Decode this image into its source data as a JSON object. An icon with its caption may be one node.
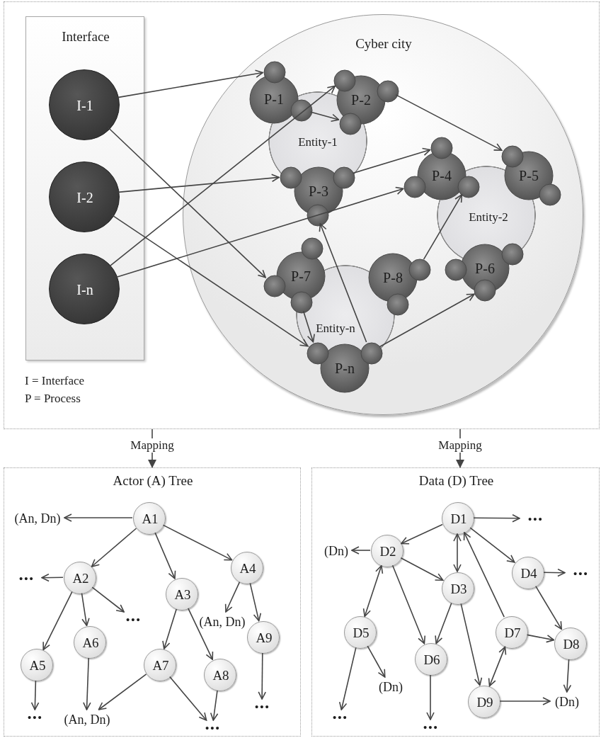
{
  "diagram": {
    "nodes": [
      {
        "text": [],
        "shape": "box"
      },
      {
        "text": [
          "Interface"
        ],
        "in": 0
      },
      {
        "text": [
          "I-1"
        ],
        "in": 1
      },
      {
        "text": [
          "I-2"
        ],
        "in": 1
      },
      {
        "text": [
          "I-n"
        ],
        "in": 1
      },
      {
        "text": [
          "Cyber city"
        ],
        "in": 0
      },
      {
        "text": [
          "Entity-1"
        ],
        "in": 5
      },
      {
        "text": [
          "P-1"
        ],
        "in": 5
      },
      {
        "text": [
          "P-2"
        ],
        "in": 5
      },
      {
        "text": [
          "P-3"
        ],
        "in": 5
      },
      {
        "text": [
          "Entity-2"
        ],
        "in": 5
      },
      {
        "text": [
          "P-4"
        ],
        "in": 5
      },
      {
        "text": [
          "P-5"
        ],
        "in": 5
      },
      {
        "text": [
          "P-6"
        ],
        "in": 5
      },
      {
        "text": [
          "Entity-n"
        ],
        "in": 5
      },
      {
        "text": [
          "P-7"
        ],
        "in": 5
      },
      {
        "text": [
          "P-8"
        ],
        "in": 5
      },
      {
        "text": [
          "P-n"
        ],
        "in": 5
      },
      {
        "text": [
          "Actor (A) Tree"
        ]
      },
      {
        "text": [
          "A1"
        ],
        "in": 18
      },
      {
        "text": [
          "(An, Dn)"
        ],
        "in": 18
      },
      {
        "text": [
          "A2"
        ],
        "in": 18
      },
      {
        "text": [
          "•••"
        ],
        "in": 18
      },
      {
        "text": [
          "A3"
        ],
        "in": 18
      },
      {
        "text": [
          "A4"
        ],
        "in": 18
      },
      {
        "text": [
          "•••"
        ],
        "in": 18
      },
      {
        "text": [
          "(An, Dn)"
        ],
        "in": 18
      },
      {
        "text": [
          "A5"
        ],
        "in": 18
      },
      {
        "text": [
          "A6"
        ],
        "in": 18
      },
      {
        "text": [
          "A7"
        ],
        "in": 18
      },
      {
        "text": [
          "A8"
        ],
        "in": 18
      },
      {
        "text": [
          "A9"
        ],
        "in": 18
      },
      {
        "text": [
          "•••"
        ],
        "in": 18
      },
      {
        "text": [
          "(An, Dn)"
        ],
        "in": 18
      },
      {
        "text": [
          "•••"
        ],
        "in": 18
      },
      {
        "text": [
          "•••"
        ],
        "in": 18
      },
      {
        "text": [
          "Data (D) Tree"
        ]
      },
      {
        "text": [
          "D1"
        ],
        "in": 36
      },
      {
        "text": [
          "•••"
        ],
        "in": 36
      },
      {
        "text": [
          "D2"
        ],
        "in": 36
      },
      {
        "text": [
          "(Dn)"
        ],
        "in": 36
      },
      {
        "text": [
          "D3"
        ],
        "in": 36
      },
      {
        "text": [
          "D4"
        ],
        "in": 36
      },
      {
        "text": [
          "•••"
        ],
        "in": 36
      },
      {
        "text": [
          "D5"
        ],
        "in": 36
      },
      {
        "text": [
          "D6"
        ],
        "in": 36
      },
      {
        "text": [
          "D7"
        ],
        "in": 36
      },
      {
        "text": [
          "D8"
        ],
        "in": 36
      },
      {
        "text": [
          "(Dn)"
        ],
        "in": 36
      },
      {
        "text": [
          "D9"
        ],
        "in": 36
      },
      {
        "text": [
          "(Dn)"
        ],
        "in": 36
      },
      {
        "text": [
          "•••"
        ],
        "in": 36
      },
      {
        "text": [
          "•••"
        ],
        "in": 36
      }
    ],
    "edges": [
      {
        "from": 0,
        "to": 18,
        "arrow": "to",
        "label": "Mapping"
      },
      {
        "from": 0,
        "to": 36,
        "arrow": "to",
        "label": "Mapping"
      },
      {
        "from": 2,
        "to": 7,
        "arrow": "to"
      },
      {
        "from": 2,
        "to": 15,
        "arrow": "to"
      },
      {
        "from": 3,
        "to": 9,
        "arrow": "to"
      },
      {
        "from": 3,
        "to": 17,
        "arrow": "to"
      },
      {
        "from": 4,
        "to": 8,
        "arrow": "to"
      },
      {
        "from": 4,
        "to": 11,
        "arrow": "to"
      },
      {
        "from": 7,
        "to": 8,
        "arrow": "to"
      },
      {
        "from": 8,
        "to": 12,
        "arrow": "to"
      },
      {
        "from": 9,
        "to": 11,
        "arrow": "to"
      },
      {
        "from": 17,
        "to": 9,
        "arrow": "to"
      },
      {
        "from": 16,
        "to": 11,
        "arrow": "to"
      },
      {
        "from": 15,
        "to": 17,
        "arrow": "to"
      },
      {
        "from": 17,
        "to": 13,
        "arrow": "to"
      },
      {
        "from": 19,
        "to": 20,
        "arrow": "to"
      },
      {
        "from": 19,
        "to": 21,
        "arrow": "to"
      },
      {
        "from": 19,
        "to": 23,
        "arrow": "to"
      },
      {
        "from": 19,
        "to": 24,
        "arrow": "to"
      },
      {
        "from": 21,
        "to": 22,
        "arrow": "to"
      },
      {
        "from": 21,
        "to": 27,
        "arrow": "to"
      },
      {
        "from": 21,
        "to": 28,
        "arrow": "to"
      },
      {
        "from": 21,
        "to": 25,
        "arrow": "to"
      },
      {
        "from": 23,
        "to": 29,
        "arrow": "to"
      },
      {
        "from": 23,
        "to": 30,
        "arrow": "to"
      },
      {
        "from": 24,
        "to": 26,
        "arrow": "to"
      },
      {
        "from": 24,
        "to": 31,
        "arrow": "to"
      },
      {
        "from": 27,
        "to": 32,
        "arrow": "to"
      },
      {
        "from": 28,
        "to": 33,
        "arrow": "to"
      },
      {
        "from": 29,
        "to": 33,
        "arrow": "to"
      },
      {
        "from": 29,
        "to": 34,
        "arrow": "to"
      },
      {
        "from": 30,
        "to": 34,
        "arrow": "to"
      },
      {
        "from": 31,
        "to": 35,
        "arrow": "to"
      },
      {
        "from": 37,
        "to": 38,
        "arrow": "to"
      },
      {
        "from": 37,
        "to": 39,
        "arrow": "to"
      },
      {
        "from": 39,
        "to": 40,
        "arrow": "to"
      },
      {
        "from": 37,
        "to": 41,
        "arrow": "both"
      },
      {
        "from": 37,
        "to": 42,
        "arrow": "to"
      },
      {
        "from": 42,
        "to": 43,
        "arrow": "to"
      },
      {
        "from": 39,
        "to": 44,
        "arrow": "both"
      },
      {
        "from": 39,
        "to": 41,
        "arrow": "to"
      },
      {
        "from": 39,
        "to": 45,
        "arrow": "to"
      },
      {
        "from": 41,
        "to": 45,
        "arrow": "to"
      },
      {
        "from": 41,
        "to": 49,
        "arrow": "to"
      },
      {
        "from": 46,
        "to": 37,
        "arrow": "to"
      },
      {
        "from": 49,
        "to": 46,
        "arrow": "both"
      },
      {
        "from": 46,
        "to": 47,
        "arrow": "to"
      },
      {
        "from": 42,
        "to": 47,
        "arrow": "to"
      },
      {
        "from": 47,
        "to": 50,
        "arrow": "to"
      },
      {
        "from": 49,
        "to": 50,
        "arrow": "to"
      },
      {
        "from": 44,
        "to": 48,
        "arrow": "to"
      },
      {
        "from": 44,
        "to": 51,
        "arrow": "to"
      },
      {
        "from": 45,
        "to": 52,
        "arrow": "to"
      }
    ],
    "labels": [
      "I = Interface",
      "P = Process"
    ]
  }
}
